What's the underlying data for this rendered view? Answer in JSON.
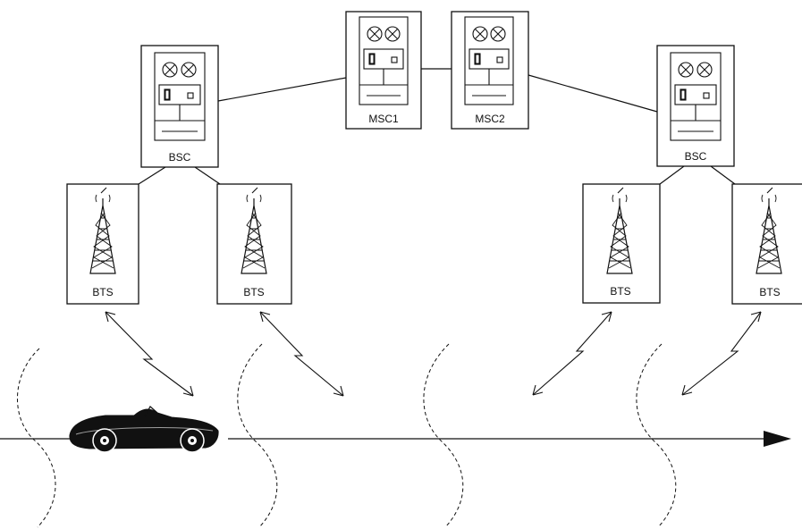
{
  "diagram": {
    "switch_centers": [
      {
        "id": "msc1",
        "label": "MSC1"
      },
      {
        "id": "msc2",
        "label": "MSC2"
      }
    ],
    "controllers": [
      {
        "id": "bsc-left",
        "label": "BSC"
      },
      {
        "id": "bsc-right",
        "label": "BSC"
      }
    ],
    "base_stations": [
      {
        "id": "bts-1",
        "label": "BTS"
      },
      {
        "id": "bts-2",
        "label": "BTS"
      },
      {
        "id": "bts-3",
        "label": "BTS"
      },
      {
        "id": "bts-4",
        "label": "BTS"
      }
    ],
    "colors": {
      "ink": "#111111",
      "paper": "#ffffff"
    },
    "icons": [
      "cabinet-icon",
      "antenna-tower-icon",
      "car-icon",
      "radio-link-icon"
    ]
  }
}
